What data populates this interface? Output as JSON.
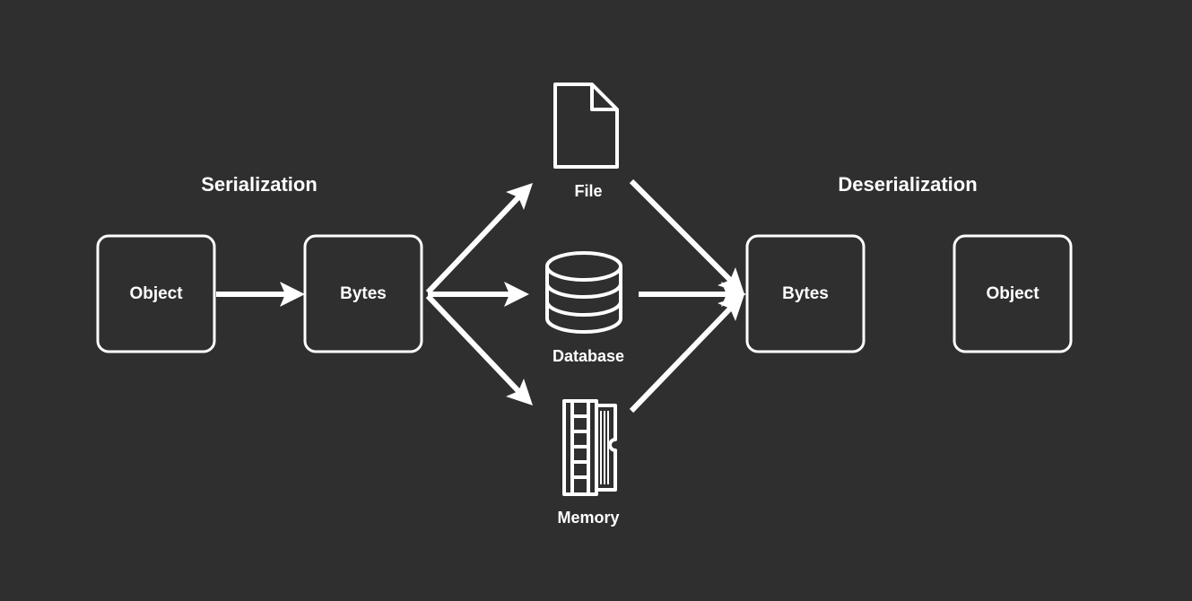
{
  "colors": {
    "background": "#2f2f2f",
    "foreground": "#ffffff"
  },
  "sections": {
    "serialization": "Serialization",
    "deserialization": "Deserialization"
  },
  "nodes": {
    "source_object": "Object",
    "source_bytes": "Bytes",
    "target_bytes": "Bytes",
    "target_object": "Object"
  },
  "storage": {
    "file": {
      "label": "File",
      "icon": "file-icon"
    },
    "database": {
      "label": "Database",
      "icon": "database-icon"
    },
    "memory": {
      "label": "Memory",
      "icon": "memory-chip-icon"
    }
  }
}
